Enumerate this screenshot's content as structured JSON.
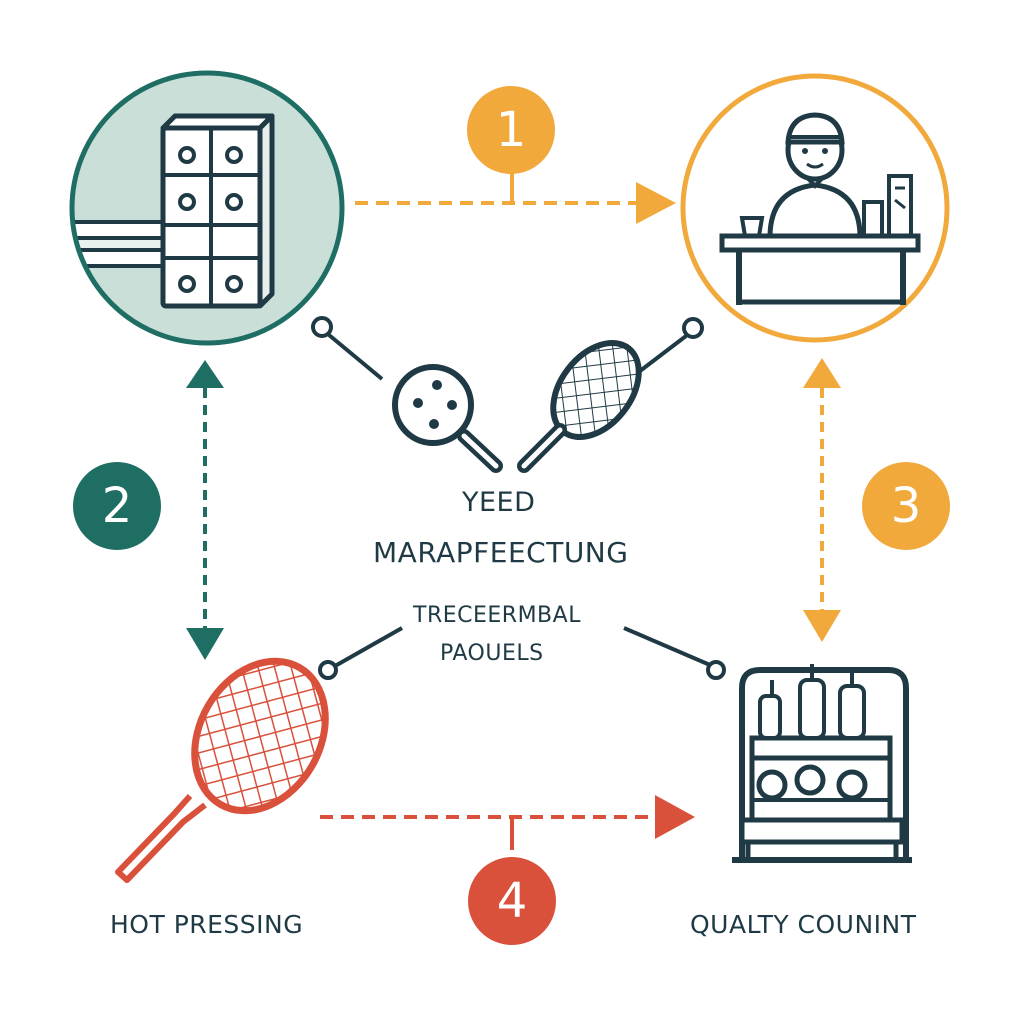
{
  "labels": {
    "center_title": "YEED",
    "center_subtitle": "MARAPFEECTUNG",
    "mid_line1": "TRECEERMBAL",
    "mid_line2": "PAOUELS",
    "bottom_left": "HOT PRESSING",
    "bottom_right": "QUALTY COUNINT"
  },
  "steps": [
    {
      "number": "1",
      "color": "#f2a93b"
    },
    {
      "number": "2",
      "color": "#1f6e63"
    },
    {
      "number": "3",
      "color": "#f2a93b"
    },
    {
      "number": "4",
      "color": "#d9503b"
    }
  ],
  "colors": {
    "ink": "#1f3a44",
    "teal": "#1f6e63",
    "teal_fill": "#c9dfd8",
    "orange": "#f2a93b",
    "red": "#d9503b"
  },
  "icons": [
    "mold-icon",
    "worker-at-counter-icon",
    "paddle-icon",
    "tennis-racket-icon",
    "red-racket-icon",
    "inspection-machine-icon"
  ]
}
